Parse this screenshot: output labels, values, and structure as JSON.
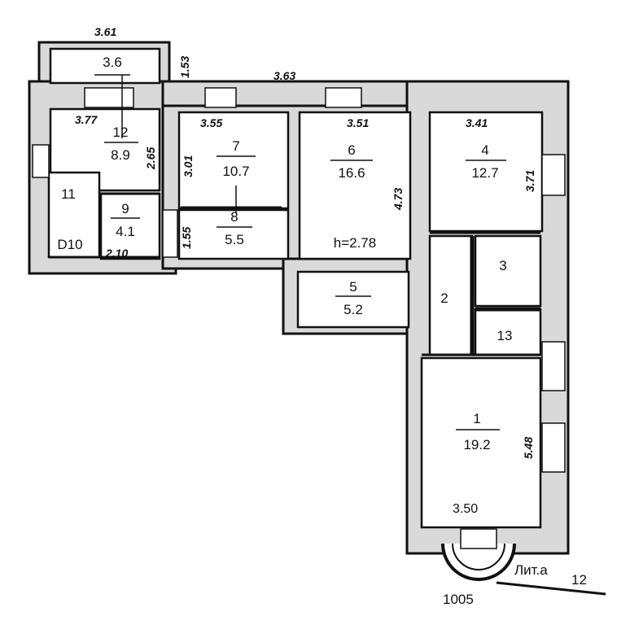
{
  "rooms": [
    {
      "id": "r36",
      "number": "",
      "area": "3.6"
    },
    {
      "id": "r12",
      "number": "12",
      "area": "8.9"
    },
    {
      "id": "r7",
      "number": "7",
      "area": "10.7"
    },
    {
      "id": "r6",
      "number": "6",
      "area": "16.6"
    },
    {
      "id": "r4",
      "number": "4",
      "area": "12.7"
    },
    {
      "id": "r8",
      "number": "8",
      "area": "5.5"
    },
    {
      "id": "r9",
      "number": "9",
      "area": "4.1"
    },
    {
      "id": "r5",
      "number": "5",
      "area": "5.2"
    },
    {
      "id": "r1",
      "number": "1",
      "area": "19.2"
    }
  ],
  "labels": {
    "r11": "11",
    "r10": "D10",
    "r3": "3",
    "r2": "2",
    "r13": "13",
    "height": "h=2.78",
    "lit": "Лит.а",
    "lit_sub": "12",
    "entrance": "1005"
  },
  "dims": {
    "top_361": "3.61",
    "v_153": "1.53",
    "top_363": "3.63",
    "d_377": "3.77",
    "d_355": "3.55",
    "d_351": "3.51",
    "d_341": "3.41",
    "v_265": "2.65",
    "v_301": "3.01",
    "v_473": "4.73",
    "v_371": "3.71",
    "v_155": "1.55",
    "d_210": "2.10",
    "v_548": "5.48",
    "d_350": "3.50"
  }
}
